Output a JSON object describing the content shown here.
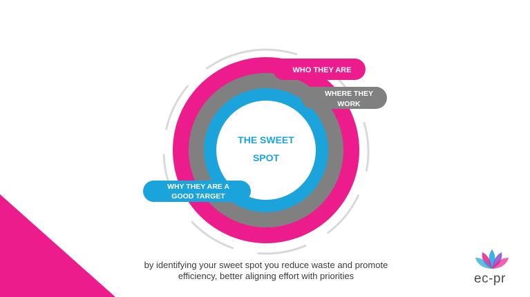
{
  "diagram": {
    "center": {
      "line1": "THE SWEET",
      "line2": "SPOT"
    },
    "labels": {
      "who": "WHO THEY ARE",
      "where_line1": "WHERE THEY",
      "where_line2": "WORK",
      "why_line1": "WHY THEY ARE A",
      "why_line2": "GOOD TARGET"
    }
  },
  "caption": {
    "line1": "by identifying your sweet spot you reduce waste and promote",
    "line2": "efficiency, better aligning effort with priorities"
  },
  "logo": {
    "text": "ec-pr"
  },
  "colors": {
    "magenta": "#ec1c8c",
    "grey": "#808080",
    "blue": "#1ba3dc",
    "light_grey": "#d9d9d9"
  }
}
